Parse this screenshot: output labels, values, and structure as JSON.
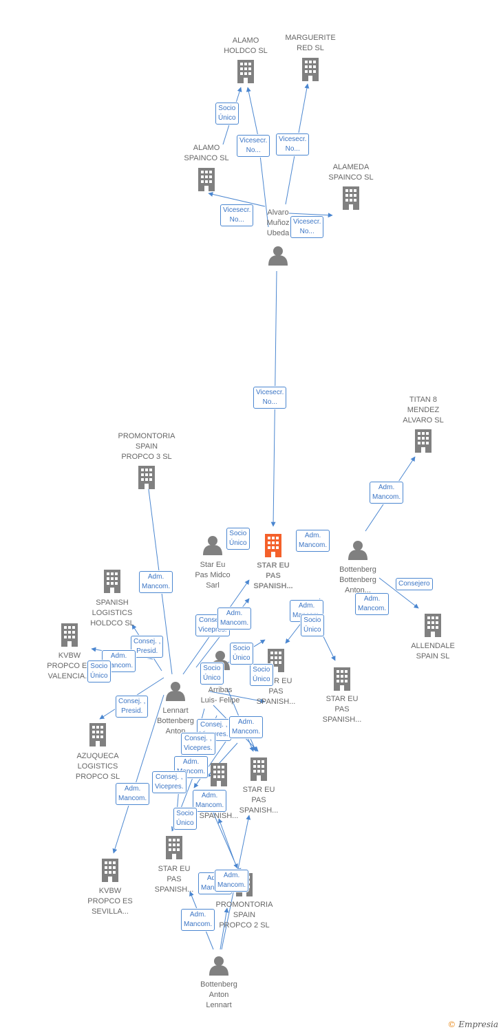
{
  "colors": {
    "edge": "#4a86d0",
    "node": "#808080",
    "focus": "#f4602a",
    "label_text": "#3a74c4"
  },
  "nodes": [
    {
      "id": "alamo_holdco",
      "type": "company",
      "label": "ALAMO\nHOLDCO  SL"
    },
    {
      "id": "marguerite",
      "type": "company",
      "label": "MARGUERITE\nRED  SL"
    },
    {
      "id": "alamo_spainco",
      "type": "company",
      "label": "ALAMO\nSPAINCO  SL"
    },
    {
      "id": "alameda",
      "type": "company",
      "label": "ALAMEDA\nSPAINCO  SL"
    },
    {
      "id": "alvaro",
      "type": "person",
      "label": "Alvaro\nMuñoz\nUbeda"
    },
    {
      "id": "titan8",
      "type": "company",
      "label": "TITAN 8\nMENDEZ\nALVARO  SL"
    },
    {
      "id": "promontoria3",
      "type": "company",
      "label": "PROMONTORIA\nSPAIN\nPROPCO 3  SL"
    },
    {
      "id": "star_main",
      "type": "company",
      "focus": true,
      "label": "STAR EU\nPAS\nSPANISH..."
    },
    {
      "id": "star_midco",
      "type": "person",
      "label": "Star Eu\nPas Midco\nSarl"
    },
    {
      "id": "bottenberg_r",
      "type": "person",
      "label": "Bottenberg\nBottenberg\nAnton..."
    },
    {
      "id": "spanish_log",
      "type": "company",
      "label": "SPANISH\nLOGISTICS\nHOLDCO  SL"
    },
    {
      "id": "allendale",
      "type": "company",
      "label": "ALLENDALE\nSPAIN  SL"
    },
    {
      "id": "kvbw_val",
      "type": "company",
      "label": "KVBW\nPROPCO ES\nVALENCIA..."
    },
    {
      "id": "star_c",
      "type": "company",
      "label": "STAR EU\nPAS\nSPANISH..."
    },
    {
      "id": "star_r",
      "type": "company",
      "label": "STAR EU\nPAS\nSPANISH..."
    },
    {
      "id": "arribas",
      "type": "person",
      "label": "Arribas\nLuis- Felipe"
    },
    {
      "id": "lennart",
      "type": "person",
      "label": "Lennart\nBottenberg\nAnton"
    },
    {
      "id": "azuqueca",
      "type": "company",
      "label": "AZUQUECA\nLOGISTICS\nPROPCO  SL"
    },
    {
      "id": "star_d",
      "type": "company",
      "label": "STAR EU\nPAS\nSPANISH..."
    },
    {
      "id": "star_e",
      "type": "company",
      "label": "SPANISH..."
    },
    {
      "id": "star_bl",
      "type": "company",
      "label": "STAR EU\nPAS\nSPANISH..."
    },
    {
      "id": "kvbw_sev",
      "type": "company",
      "label": "KVBW\nPROPCO ES\nSEVILLA..."
    },
    {
      "id": "promontoria2",
      "type": "company",
      "label": "PROMONTORIA\nSPAIN\nPROPCO 2  SL"
    },
    {
      "id": "bottenberg_b",
      "type": "person",
      "label": "Bottenberg\nAnton\nLennart"
    }
  ],
  "edge_labels": [
    "Socio\nÚnico",
    "Vicesecr.\nNo...",
    "Vicesecr.\nNo...",
    "Vicesecr.\nNo...",
    "Vicesecr.\nNo...",
    "Vicesecr.\nNo...",
    "Adm.\nMancom.",
    "Socio\nÚnico",
    "Adm.\nMancom.",
    "Adm.\nMancom.",
    "Consejero",
    "Adm.\nMancom.",
    "Socio\nÚnico",
    "Consej. ,\nVicepres.",
    "Adm.\nMancom.",
    "Consej. ,\nPresid.",
    "Adm.\nMancom.",
    "Socio\nÚnico",
    "Adm.\nMancom.",
    "Socio\nÚnico",
    "Socio\nÚnico",
    "Socio\nÚnico",
    "Consej. ,\nPresid.",
    "Consej. ,\nVicepres.",
    "Adm.\nMancom.",
    "Consej. ,\nVicepres.",
    "Adm.\nMancom.",
    "Consej. ,\nVicepres.",
    "Adm.\nMancom.",
    "Adm.\nMancom.",
    "Socio\nÚnico",
    "Adm.\nMancom.",
    "Adm.\nMancom.",
    "Adm.\nMancom."
  ],
  "brand": {
    "symbol": "©",
    "name": "Empresia"
  }
}
